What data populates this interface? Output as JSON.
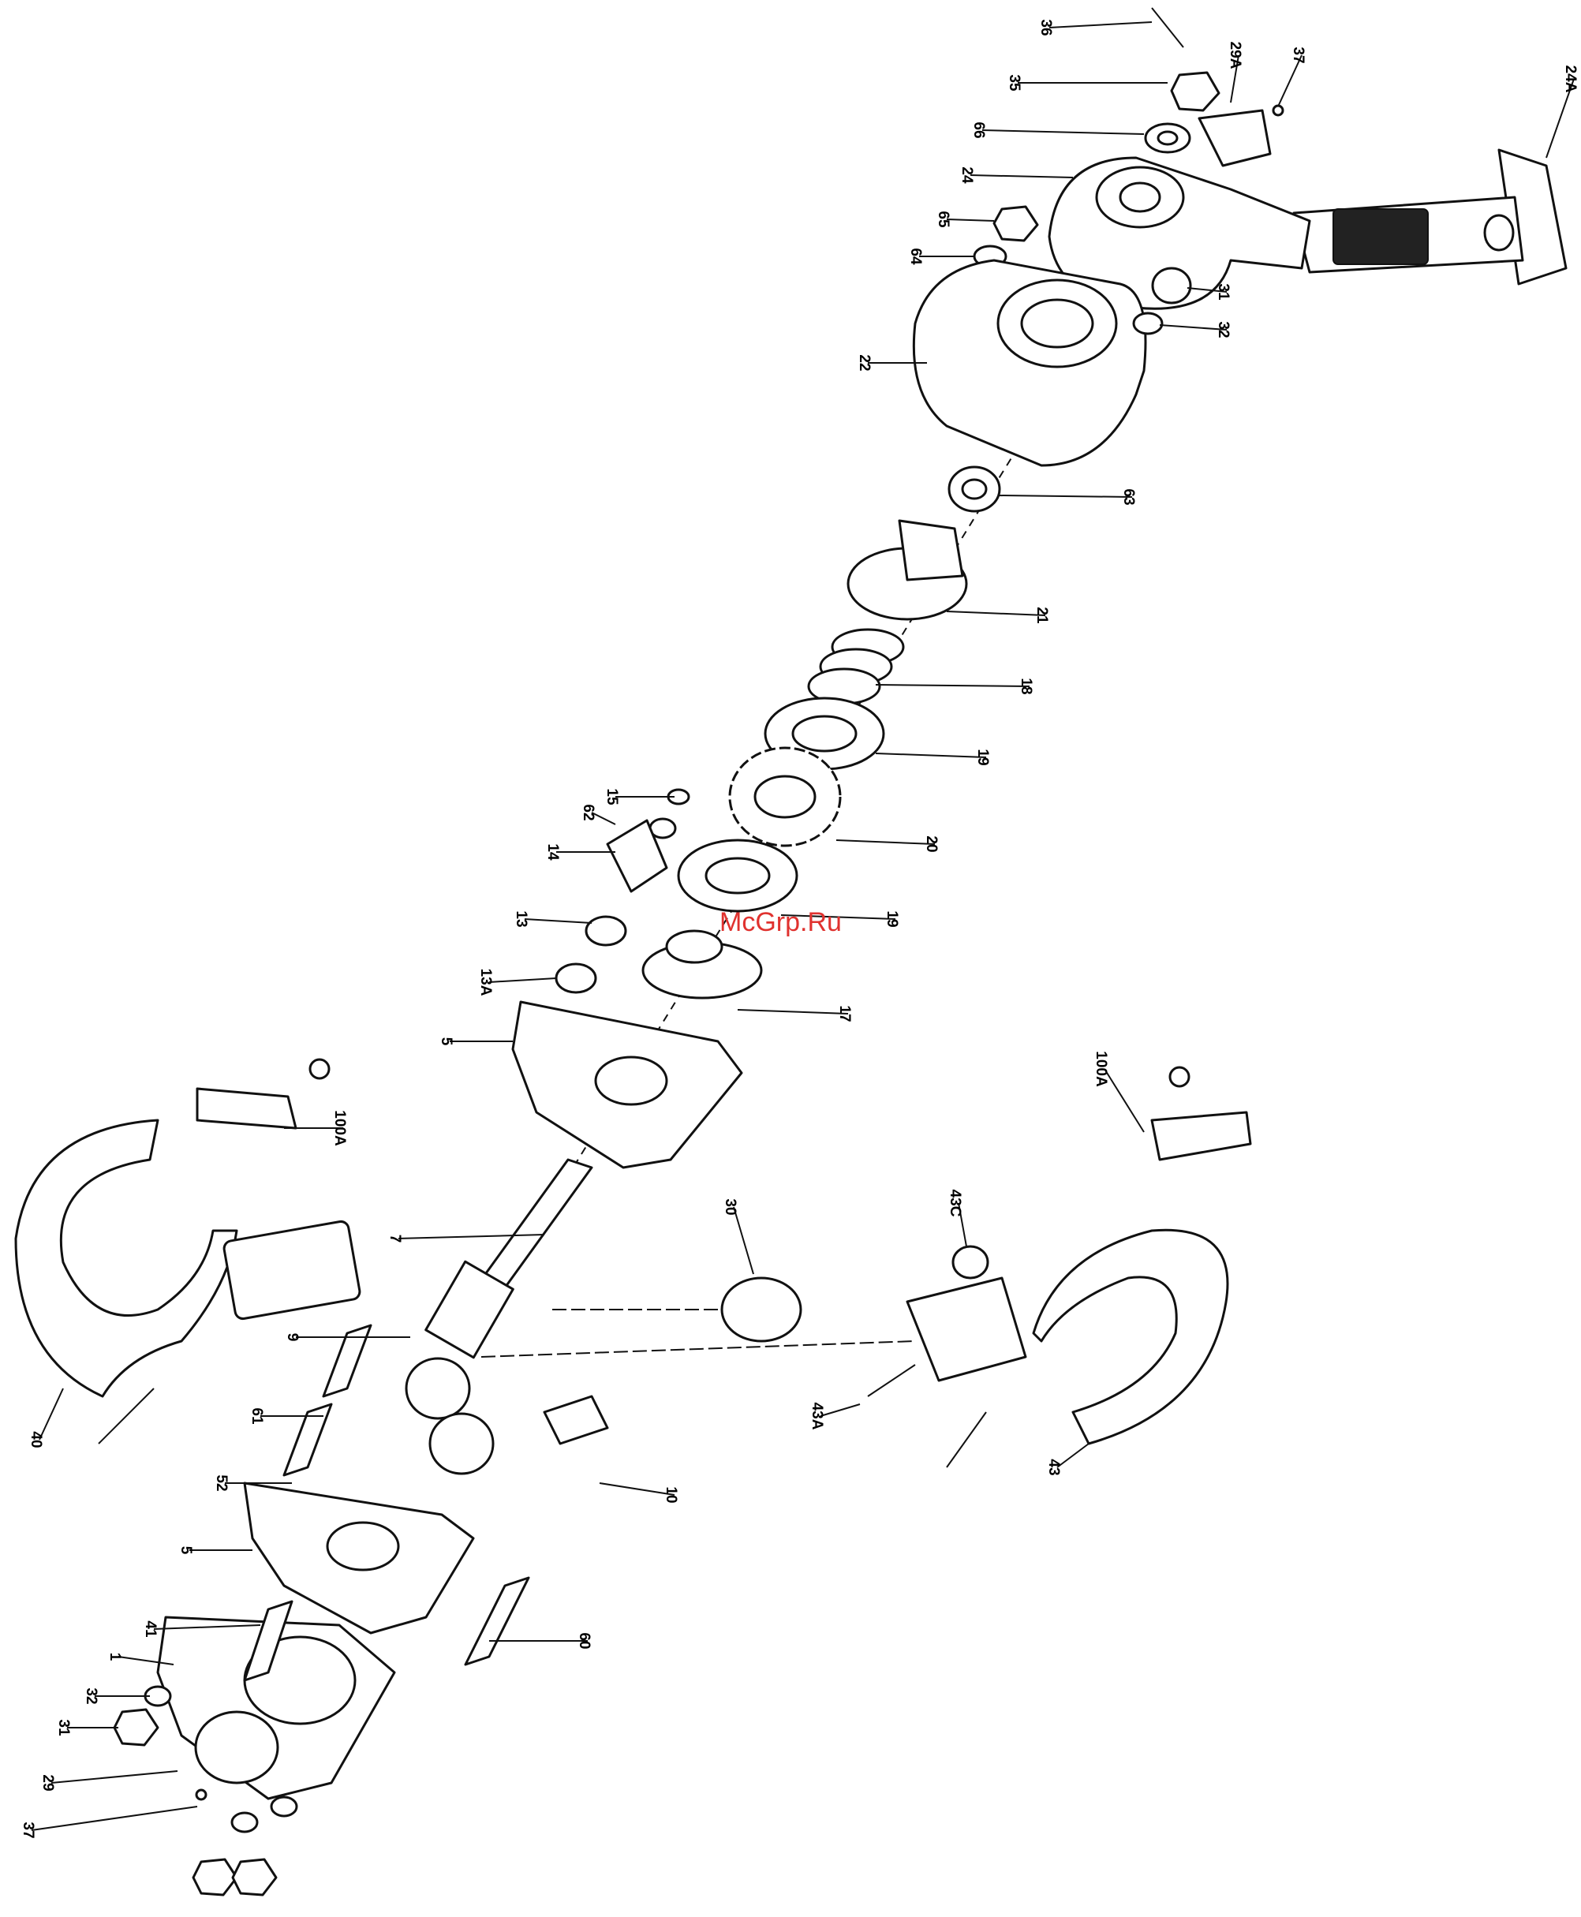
{
  "watermark": "McGrp.Ru",
  "labels": [
    {
      "id": "36",
      "text": "36"
    },
    {
      "id": "29A-top",
      "text": "29A"
    },
    {
      "id": "35",
      "text": "35"
    },
    {
      "id": "37-top",
      "text": "37"
    },
    {
      "id": "24A",
      "text": "24A"
    },
    {
      "id": "66",
      "text": "66"
    },
    {
      "id": "24",
      "text": "24"
    },
    {
      "id": "65",
      "text": "65"
    },
    {
      "id": "64",
      "text": "64"
    },
    {
      "id": "31-top",
      "text": "31"
    },
    {
      "id": "32-top",
      "text": "32"
    },
    {
      "id": "22",
      "text": "22"
    },
    {
      "id": "63",
      "text": "63"
    },
    {
      "id": "21",
      "text": "21"
    },
    {
      "id": "18",
      "text": "18"
    },
    {
      "id": "19-upper",
      "text": "19"
    },
    {
      "id": "15",
      "text": "15"
    },
    {
      "id": "62",
      "text": "62"
    },
    {
      "id": "20",
      "text": "20"
    },
    {
      "id": "14",
      "text": "14"
    },
    {
      "id": "13",
      "text": "13"
    },
    {
      "id": "19-lower",
      "text": "19"
    },
    {
      "id": "13A",
      "text": "13A"
    },
    {
      "id": "17",
      "text": "17"
    },
    {
      "id": "5-upper",
      "text": "5"
    },
    {
      "id": "100A-left",
      "text": "100A"
    },
    {
      "id": "100A-right",
      "text": "100A"
    },
    {
      "id": "30",
      "text": "30"
    },
    {
      "id": "7",
      "text": "7"
    },
    {
      "id": "43C",
      "text": "43C"
    },
    {
      "id": "9",
      "text": "9"
    },
    {
      "id": "40",
      "text": "40"
    },
    {
      "id": "61",
      "text": "61"
    },
    {
      "id": "43A",
      "text": "43A"
    },
    {
      "id": "43",
      "text": "43"
    },
    {
      "id": "10",
      "text": "10"
    },
    {
      "id": "52",
      "text": "52"
    },
    {
      "id": "5-lower",
      "text": "5"
    },
    {
      "id": "41",
      "text": "41"
    },
    {
      "id": "1",
      "text": "1"
    },
    {
      "id": "32-bottom",
      "text": "32"
    },
    {
      "id": "31-bottom",
      "text": "31"
    },
    {
      "id": "29",
      "text": "29"
    },
    {
      "id": "37-bottom",
      "text": "37"
    },
    {
      "id": "60",
      "text": "60"
    }
  ]
}
